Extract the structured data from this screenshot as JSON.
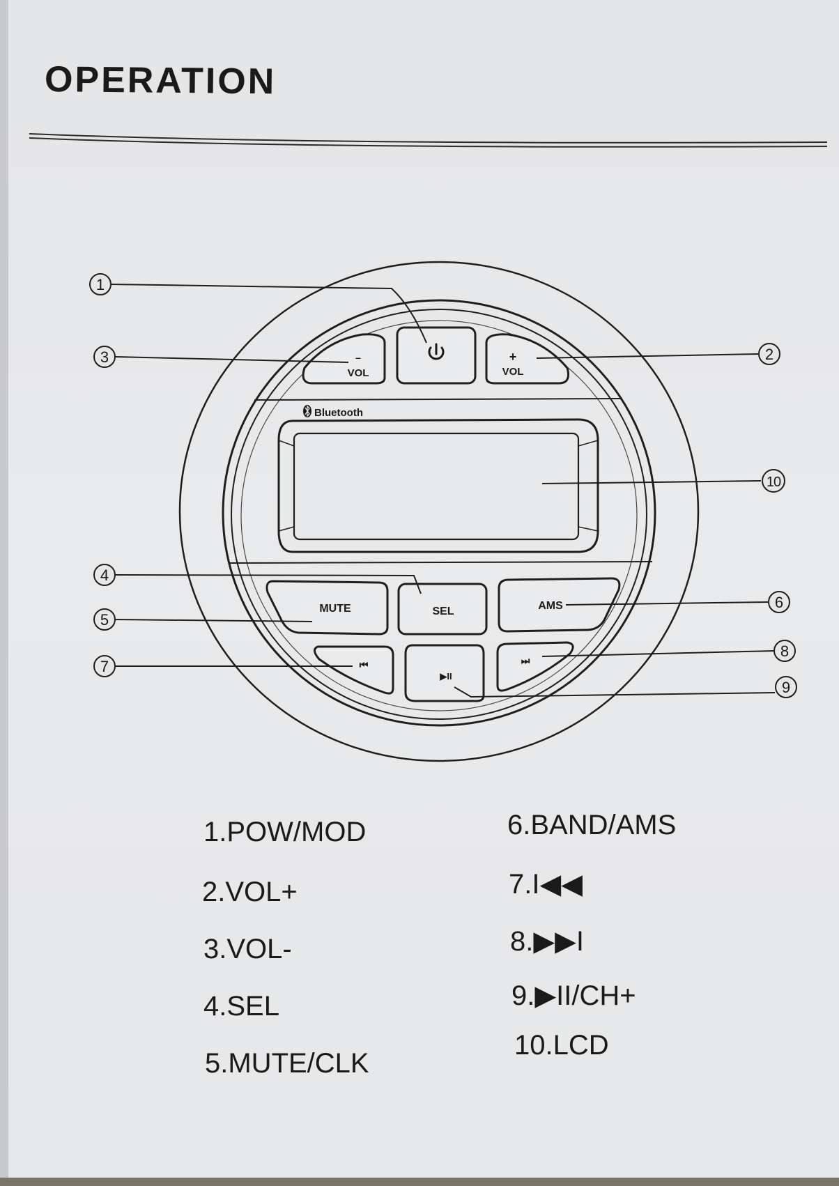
{
  "page": {
    "title": "OPERATION"
  },
  "device": {
    "bluetooth_label": "Bluetooth",
    "vol_minus_sign": "–",
    "vol_plus_sign": "+",
    "vol_label": "VOL",
    "mute_label": "MUTE",
    "sel_label": "SEL",
    "ams_label": "AMS",
    "prev_glyph": "⏮",
    "play_glyph": "▶II",
    "next_glyph": "⏭"
  },
  "callouts": [
    "1",
    "2",
    "3",
    "4",
    "5",
    "6",
    "7",
    "8",
    "9",
    "10"
  ],
  "legend": {
    "left": [
      "1.POW/MOD",
      "2.VOL+",
      "3.VOL-",
      "4.SEL",
      "5.MUTE/CLK"
    ],
    "right": [
      "6.BAND/AMS",
      "7.I◀◀",
      "8.▶▶I",
      "9.▶II/CH+",
      "10.LCD"
    ]
  },
  "icons": [
    "power-icon",
    "bluetooth-icon",
    "prev-track-icon",
    "play-pause-icon",
    "next-track-icon"
  ]
}
